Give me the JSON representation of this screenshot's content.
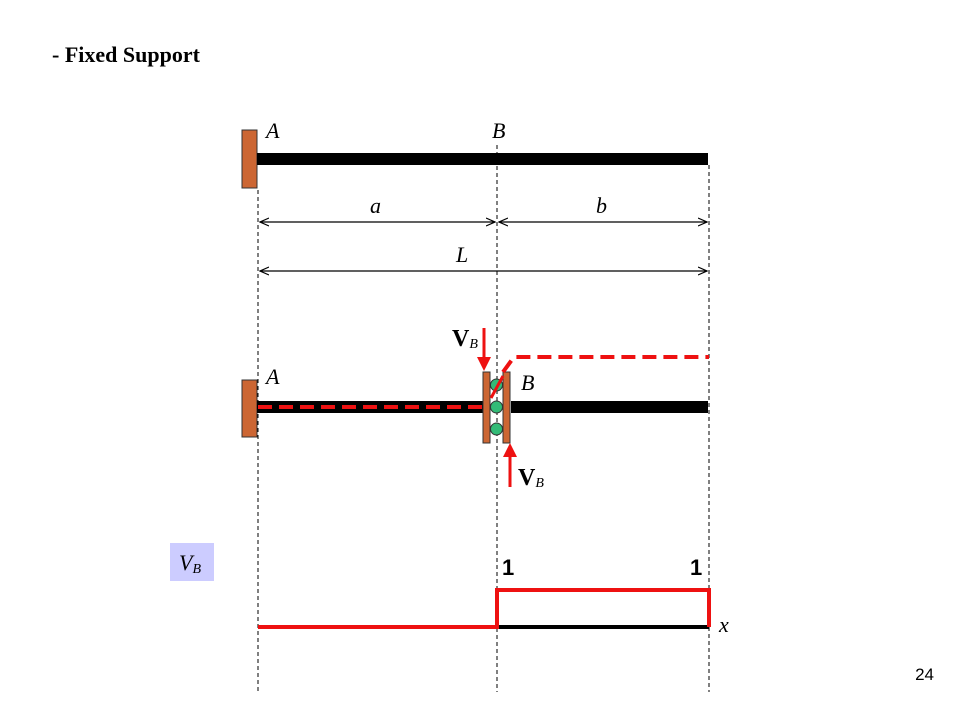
{
  "slide": {
    "heading": "- Fixed Support",
    "page_number": "24"
  },
  "beam": {
    "label_a_point": "A",
    "label_b_point": "B",
    "dim_a": "a",
    "dim_b": "b",
    "dim_L": "L"
  },
  "deflected": {
    "label_a_point": "A",
    "label_b_point": "B",
    "shear_main": "V",
    "shear_sub": "B"
  },
  "influence_line": {
    "label_main": "V",
    "label_sub": "B",
    "value_left": "1",
    "value_right": "1",
    "axis_label": "x",
    "label_bg": "#ccccff"
  },
  "colors": {
    "beam": "#000000",
    "support": "#cc6633",
    "force": "#ee1111",
    "roller": "#33bb77"
  }
}
